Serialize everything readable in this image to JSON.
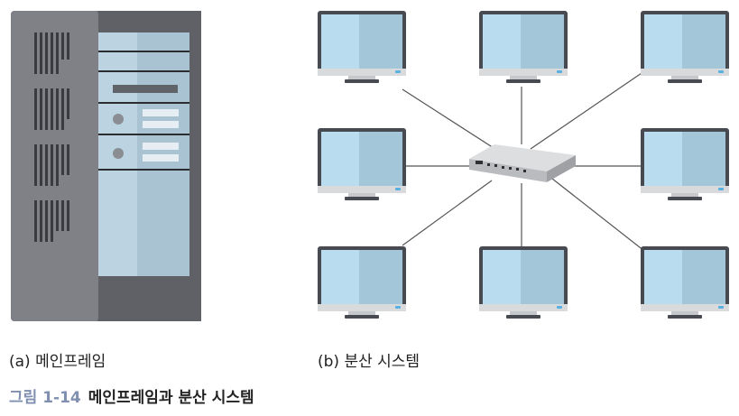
{
  "captions": {
    "mainframe": "(a) 메인프레임",
    "distributed": "(b) 분산 시스템"
  },
  "figure": {
    "number": "그림 1-14",
    "title": "메인프레임과 분산 시스템"
  },
  "colors": {
    "server_body": "#7f8186",
    "server_dark": "#5f6166",
    "server_panel": "#bcd4e2",
    "screen_light": "#b9dcef",
    "screen_dark": "#a4c6d9",
    "monitor_frame": "#474a50",
    "cable": "#555555",
    "hub": "#c9cbce"
  },
  "icons": [
    "mainframe-server-icon",
    "network-hub-icon",
    "monitor-icon"
  ]
}
